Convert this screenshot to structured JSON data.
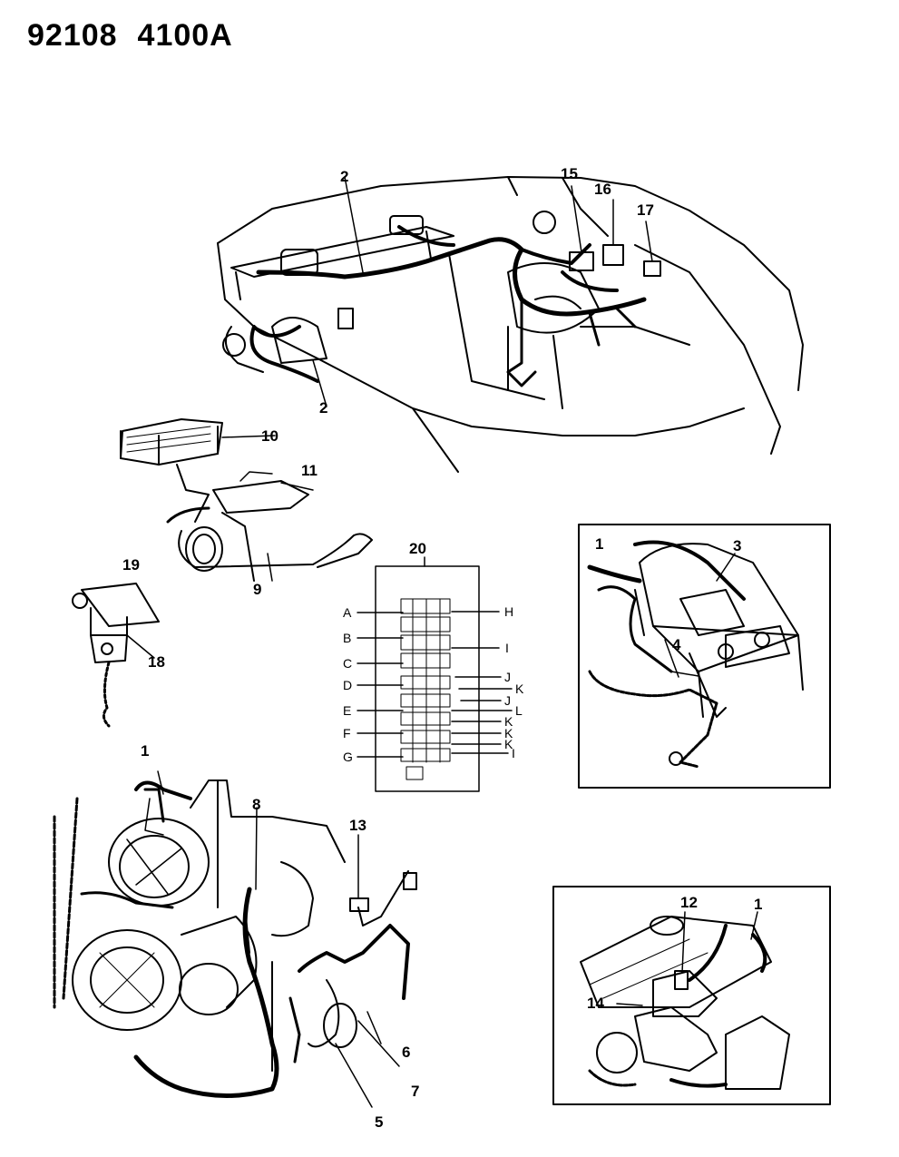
{
  "header": {
    "left_code": "92108",
    "right_code": "4100A"
  },
  "callouts": {
    "c2a": "2",
    "c2b": "2",
    "c15": "15",
    "c16": "16",
    "c17": "17",
    "c10": "10",
    "c11": "11",
    "c9": "9",
    "c19": "19",
    "c18": "18",
    "c20": "20",
    "c1a": "1",
    "c3": "3",
    "c4": "4",
    "c1b": "1",
    "c8": "8",
    "c13": "13",
    "c6": "6",
    "c7": "7",
    "c5": "5",
    "c12": "12",
    "c1c": "1",
    "c14": "14"
  },
  "fuse_block": {
    "left": [
      "A",
      "B",
      "C",
      "D",
      "E",
      "F",
      "G"
    ],
    "right": [
      "H",
      "I",
      "J",
      "K",
      "J",
      "L",
      "K",
      "K",
      "K",
      "I"
    ]
  }
}
